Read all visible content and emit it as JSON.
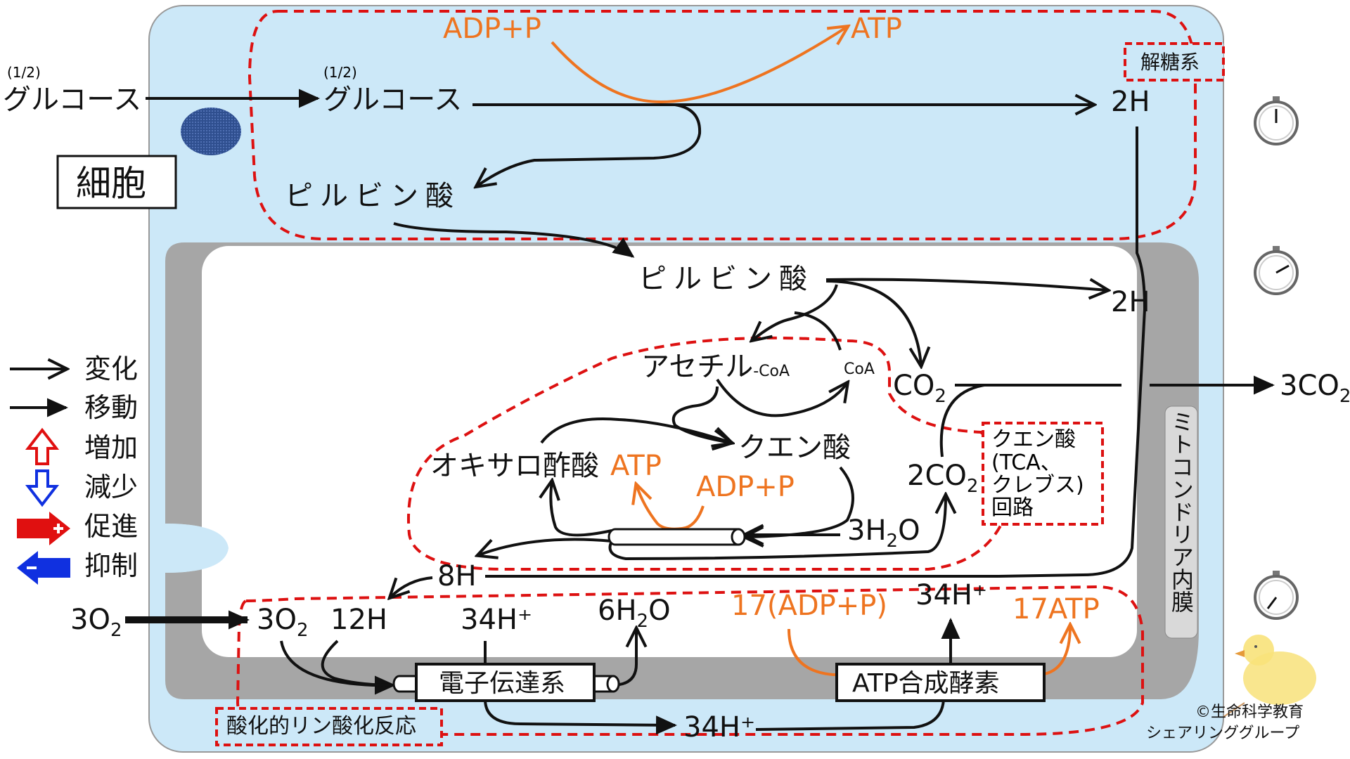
{
  "colors": {
    "cytoplasm": "#cce8f8",
    "membrane": "#a6a6a6",
    "matrix": "#ffffff",
    "dash": "#dd1111",
    "orange": "#ee7420",
    "nucleus": "#3f5f9f",
    "black": "#111111"
  },
  "labels": {
    "ratio_outer": "(1/2)",
    "glucose_outer": "グルコース",
    "ratio_inner": "(1/2)",
    "glucose_inner": "グルコース",
    "cell": "細胞",
    "adp_top": "ADP+P",
    "atp_top": "ATP",
    "glycolysis": "解糖系",
    "h2_top": "2H",
    "pyruvate_cyto": "ピルビン酸",
    "pyruvate_mito": "ピルビン酸",
    "h2_mid": "2H",
    "acetyl_coa": "アセチル",
    "acetyl_coa_sub": "-CoA",
    "coa": "CoA",
    "co2": "CO",
    "co2_sub": "2",
    "co2_out": "3CO",
    "co2_out_sub": "2",
    "citric": "クエン酸",
    "oxaloacetate": "オキサロ酢酸",
    "atp_cycle": "ATP",
    "adp_cycle": "ADP+P",
    "co2_2": "2CO",
    "co2_2_sub": "2",
    "h2o_3": "3H",
    "h2o_3_sub": "2",
    "h2o_3_end": "O",
    "tca_line1": "クエン酸",
    "tca_line2": "(TCA、",
    "tca_line3": "クレブス)",
    "tca_line4": "回路",
    "h8": "8H",
    "mito_membrane": "ミトコンドリア内膜",
    "o2_outer": "3O",
    "o2_outer_sub": "2",
    "o2_inner": "3O",
    "o2_inner_sub": "2",
    "h12": "12H",
    "h34_a": "34H⁺",
    "h2o_6": "6H",
    "h2o_6_sub": "2",
    "h2o_6_end": "O",
    "adp17": "17(ADP+P)",
    "h34_b": "34H⁺",
    "atp17": "17ATP",
    "etc": "電子伝達系",
    "atp_synthase": "ATP合成酵素",
    "oxphos": "酸化的リン酸化反応",
    "h34_c": "34H⁺",
    "credit1": "©生命科学教育",
    "credit2": "シェアリンググループ"
  },
  "legend": [
    {
      "label": "変化",
      "icon": "open-arrow-icon"
    },
    {
      "label": "移動",
      "icon": "solid-arrow-icon"
    },
    {
      "label": "増加",
      "icon": "up-arrow-red-icon"
    },
    {
      "label": "減少",
      "icon": "down-arrow-blue-icon"
    },
    {
      "label": "促進",
      "icon": "right-arrow-red-icon"
    },
    {
      "label": "抑制",
      "icon": "left-arrow-blue-icon"
    }
  ]
}
